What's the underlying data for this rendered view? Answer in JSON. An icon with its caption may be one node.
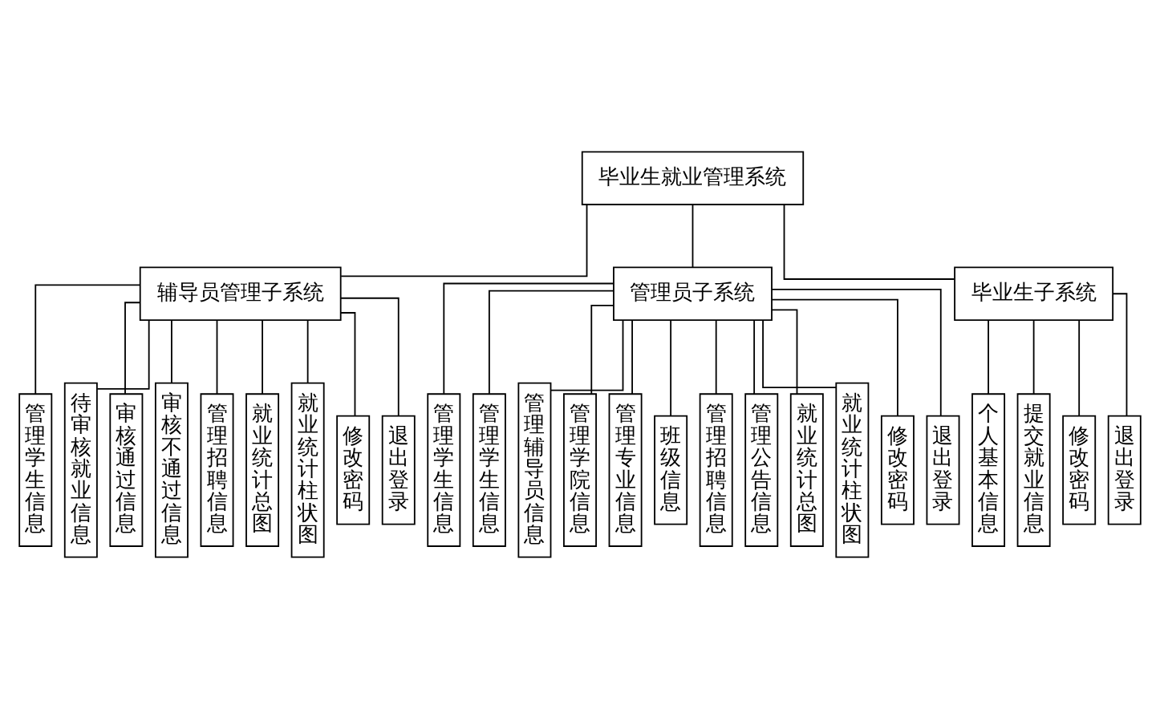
{
  "diagram": {
    "nodes": [
      {
        "text": [
          "毕业生就业管理系统"
        ]
      },
      {
        "text": [
          "辅导员管理子系统"
        ]
      },
      {
        "text": [
          "管理员子系统"
        ]
      },
      {
        "text": [
          "毕业生子系统"
        ]
      },
      {
        "text": [
          "管理学生信息"
        ]
      },
      {
        "text": [
          "待审核就业信息"
        ]
      },
      {
        "text": [
          "审核通过信息"
        ]
      },
      {
        "text": [
          "审核不通过信息"
        ]
      },
      {
        "text": [
          "管理招聘信息"
        ]
      },
      {
        "text": [
          "就业统计总图"
        ]
      },
      {
        "text": [
          "就业统计柱状图"
        ]
      },
      {
        "text": [
          "修改密码"
        ]
      },
      {
        "text": [
          "退出登录"
        ]
      },
      {
        "text": [
          "管理学生信息"
        ]
      },
      {
        "text": [
          "管理学生信息"
        ]
      },
      {
        "text": [
          "管理辅导员信息"
        ]
      },
      {
        "text": [
          "管理学院信息"
        ]
      },
      {
        "text": [
          "管理专业信息"
        ]
      },
      {
        "text": [
          "班级信息"
        ]
      },
      {
        "text": [
          "管理招聘信息"
        ]
      },
      {
        "text": [
          "管理公告信息"
        ]
      },
      {
        "text": [
          "就业统计总图"
        ]
      },
      {
        "text": [
          "就业统计柱状图"
        ]
      },
      {
        "text": [
          "修改密码"
        ]
      },
      {
        "text": [
          "退出登录"
        ]
      },
      {
        "text": [
          "个人基本信息"
        ]
      },
      {
        "text": [
          "提交就业信息"
        ]
      },
      {
        "text": [
          "修改密码"
        ]
      },
      {
        "text": [
          "退出登录"
        ]
      }
    ],
    "edges": [
      {
        "from": 0,
        "to": 1,
        "arrow": "none"
      },
      {
        "from": 0,
        "to": 2,
        "arrow": "none"
      },
      {
        "from": 0,
        "to": 3,
        "arrow": "none"
      },
      {
        "from": 1,
        "to": 4,
        "arrow": "none"
      },
      {
        "from": 1,
        "to": 5,
        "arrow": "none"
      },
      {
        "from": 1,
        "to": 6,
        "arrow": "none"
      },
      {
        "from": 1,
        "to": 7,
        "arrow": "none"
      },
      {
        "from": 1,
        "to": 8,
        "arrow": "none"
      },
      {
        "from": 1,
        "to": 9,
        "arrow": "none"
      },
      {
        "from": 1,
        "to": 10,
        "arrow": "none"
      },
      {
        "from": 1,
        "to": 11,
        "arrow": "none"
      },
      {
        "from": 1,
        "to": 12,
        "arrow": "none"
      },
      {
        "from": 2,
        "to": 13,
        "arrow": "none"
      },
      {
        "from": 2,
        "to": 14,
        "arrow": "none"
      },
      {
        "from": 2,
        "to": 15,
        "arrow": "none"
      },
      {
        "from": 2,
        "to": 16,
        "arrow": "none"
      },
      {
        "from": 2,
        "to": 17,
        "arrow": "none"
      },
      {
        "from": 2,
        "to": 18,
        "arrow": "none"
      },
      {
        "from": 2,
        "to": 19,
        "arrow": "none"
      },
      {
        "from": 2,
        "to": 20,
        "arrow": "none"
      },
      {
        "from": 2,
        "to": 21,
        "arrow": "none"
      },
      {
        "from": 2,
        "to": 22,
        "arrow": "none"
      },
      {
        "from": 2,
        "to": 23,
        "arrow": "none"
      },
      {
        "from": 2,
        "to": 24,
        "arrow": "none"
      },
      {
        "from": 3,
        "to": 25,
        "arrow": "none"
      },
      {
        "from": 3,
        "to": 26,
        "arrow": "none"
      },
      {
        "from": 3,
        "to": 27,
        "arrow": "none"
      },
      {
        "from": 3,
        "to": 28,
        "arrow": "none"
      }
    ]
  }
}
